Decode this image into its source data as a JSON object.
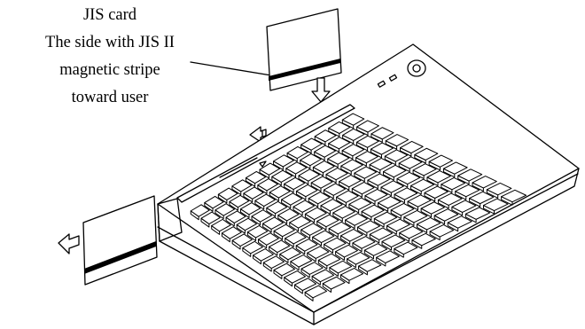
{
  "caption": {
    "line1": "JIS card",
    "line2": "The side with JIS II",
    "line3": "magnetic stripe",
    "line4": "toward user"
  },
  "keyboard": {
    "key_rows": 12,
    "key_cols": 12
  }
}
